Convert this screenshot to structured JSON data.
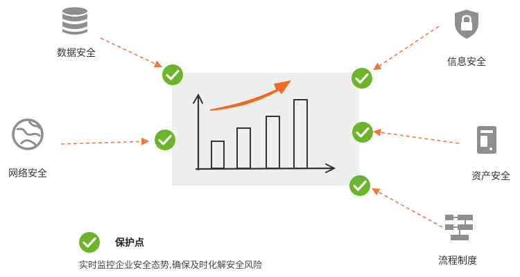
{
  "nodes": {
    "data_security": "数据安全",
    "info_security": "信息安全",
    "network_security": "网络安全",
    "asset_security": "资产安全",
    "process_system": "流程制度"
  },
  "legend": {
    "title": "保护点",
    "description": "实时监控企业安全态势,确保及时化解安全风险"
  },
  "colors": {
    "check_green": "#6bb52a",
    "arrow_orange": "#f07a35",
    "icon_gray": "#8e8e8e",
    "panel_bg": "#eeeeee"
  },
  "icons": {
    "data_security": "database-icon",
    "info_security": "shield-lock-icon",
    "network_security": "globe-icon",
    "asset_security": "server-tower-icon",
    "process_system": "workflow-icon"
  }
}
